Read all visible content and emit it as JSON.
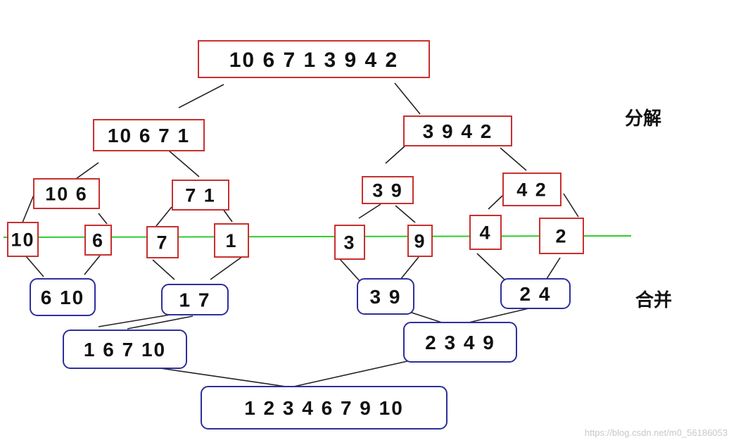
{
  "split_label": "分解",
  "merge_label": "合并",
  "watermark": "https://blog.csdn.net/m0_56186053",
  "colors": {
    "split_border": "#c8302f",
    "merge_border": "#2e2f9c",
    "divider": "#2ecc2e",
    "edge": "#222222"
  },
  "boxes": [
    {
      "id": "s0",
      "text": "10 6 7 1 3 9 4 2",
      "kind": "split"
    },
    {
      "id": "s1",
      "text": "10 6 7 1",
      "kind": "split"
    },
    {
      "id": "s2",
      "text": "3 9 4 2",
      "kind": "split"
    },
    {
      "id": "s3",
      "text": "10 6",
      "kind": "split"
    },
    {
      "id": "s4",
      "text": "7 1",
      "kind": "split"
    },
    {
      "id": "s5",
      "text": "3 9",
      "kind": "split"
    },
    {
      "id": "s6",
      "text": "4 2",
      "kind": "split"
    },
    {
      "id": "l1",
      "text": "10",
      "kind": "split"
    },
    {
      "id": "l2",
      "text": "6",
      "kind": "split"
    },
    {
      "id": "l3",
      "text": "7",
      "kind": "split"
    },
    {
      "id": "l4",
      "text": "1",
      "kind": "split"
    },
    {
      "id": "l5",
      "text": "3",
      "kind": "split"
    },
    {
      "id": "l6",
      "text": "9",
      "kind": "split"
    },
    {
      "id": "l7",
      "text": "4",
      "kind": "split"
    },
    {
      "id": "l8",
      "text": "2",
      "kind": "split"
    },
    {
      "id": "m1",
      "text": "6 10",
      "kind": "merge"
    },
    {
      "id": "m2",
      "text": "1 7",
      "kind": "merge"
    },
    {
      "id": "m3",
      "text": "3 9",
      "kind": "merge"
    },
    {
      "id": "m4",
      "text": "2 4",
      "kind": "merge"
    },
    {
      "id": "m5",
      "text": "1 6 7 10",
      "kind": "merge"
    },
    {
      "id": "m6",
      "text": "2 3 4 9",
      "kind": "merge"
    },
    {
      "id": "m7",
      "text": "1 2 3 4 6 7 9 10",
      "kind": "merge"
    }
  ]
}
